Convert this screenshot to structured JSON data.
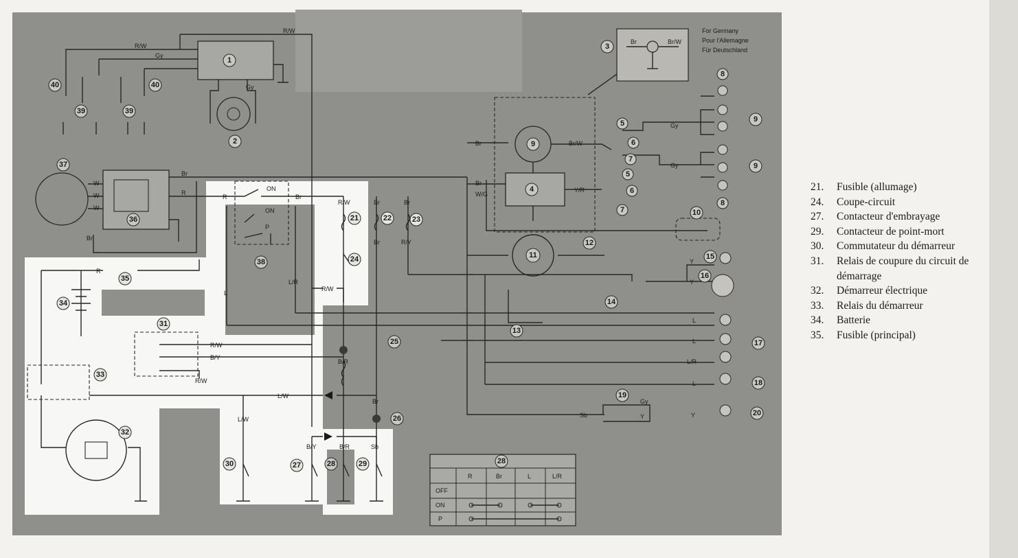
{
  "diagram": {
    "inset_note": [
      "For Germany",
      "Pour l'Allemagne",
      "Für Deutschland"
    ],
    "component_numbers": [
      "1",
      "2",
      "3",
      "4",
      "5",
      "6",
      "7",
      "8",
      "9",
      "10",
      "11",
      "12",
      "13",
      "14",
      "15",
      "16",
      "17",
      "18",
      "19",
      "20",
      "21",
      "22",
      "23",
      "24",
      "25",
      "26",
      "27",
      "28",
      "29",
      "30",
      "31",
      "32",
      "33",
      "34",
      "35",
      "36",
      "37",
      "38",
      "39",
      "40"
    ],
    "wire_labels": {
      "rw": "R/W",
      "r": "R",
      "gy": "Gy",
      "br": "Br",
      "w": "W",
      "wg": "W/G",
      "brw": "Br/W",
      "yr": "Y/R",
      "y": "Y",
      "l": "L",
      "lr": "L/R",
      "lw": "L/W",
      "by": "B/Y",
      "br2": "B/R",
      "sb": "Sb",
      "ry": "R/Y",
      "on": "ON",
      "p": "P"
    },
    "switch_table": {
      "columns": [
        "R",
        "Br",
        "L",
        "L/R"
      ],
      "rows": [
        "OFF",
        "ON",
        "P"
      ]
    }
  },
  "legend": [
    {
      "num": "21.",
      "text": "Fusible (allumage)"
    },
    {
      "num": "24.",
      "text": "Coupe-circuit"
    },
    {
      "num": "27.",
      "text": "Contacteur d'embrayage"
    },
    {
      "num": "29.",
      "text": "Contacteur de point-mort"
    },
    {
      "num": "30.",
      "text": "Commutateur du démarreur"
    },
    {
      "num": "31.",
      "text": "Relais de coupure du circuit de démarrage"
    },
    {
      "num": "32.",
      "text": "Démarreur électrique"
    },
    {
      "num": "33.",
      "text": "Relais du démarreur"
    },
    {
      "num": "34.",
      "text": "Batterie"
    },
    {
      "num": "35.",
      "text": "Fusible (principal)"
    }
  ]
}
